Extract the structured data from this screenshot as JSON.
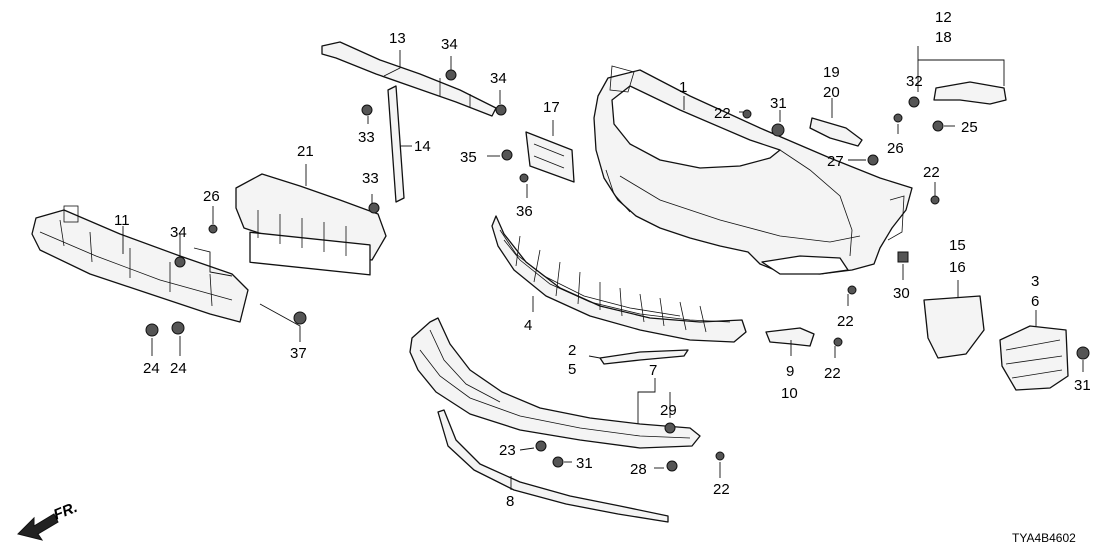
{
  "diagram_code": "TYA4B4602",
  "front_marker": "FR.",
  "callouts": [
    {
      "id": "c1",
      "text": "1"
    },
    {
      "id": "c2",
      "text": "2"
    },
    {
      "id": "c3",
      "text": "3"
    },
    {
      "id": "c4",
      "text": "4"
    },
    {
      "id": "c5",
      "text": "5"
    },
    {
      "id": "c6",
      "text": "6"
    },
    {
      "id": "c7",
      "text": "7"
    },
    {
      "id": "c8",
      "text": "8"
    },
    {
      "id": "c9",
      "text": "9"
    },
    {
      "id": "c10",
      "text": "10"
    },
    {
      "id": "c11",
      "text": "11"
    },
    {
      "id": "c12",
      "text": "12"
    },
    {
      "id": "c13",
      "text": "13"
    },
    {
      "id": "c14",
      "text": "14"
    },
    {
      "id": "c15",
      "text": "15"
    },
    {
      "id": "c16",
      "text": "16"
    },
    {
      "id": "c17",
      "text": "17"
    },
    {
      "id": "c18",
      "text": "18"
    },
    {
      "id": "c19",
      "text": "19"
    },
    {
      "id": "c20",
      "text": "20"
    },
    {
      "id": "c21",
      "text": "21"
    },
    {
      "id": "c22a",
      "text": "22"
    },
    {
      "id": "c22b",
      "text": "22"
    },
    {
      "id": "c22c",
      "text": "22"
    },
    {
      "id": "c22d",
      "text": "22"
    },
    {
      "id": "c22e",
      "text": "22"
    },
    {
      "id": "c23",
      "text": "23"
    },
    {
      "id": "c24a",
      "text": "24"
    },
    {
      "id": "c24b",
      "text": "24"
    },
    {
      "id": "c25",
      "text": "25"
    },
    {
      "id": "c26a",
      "text": "26"
    },
    {
      "id": "c26b",
      "text": "26"
    },
    {
      "id": "c27",
      "text": "27"
    },
    {
      "id": "c28",
      "text": "28"
    },
    {
      "id": "c29",
      "text": "29"
    },
    {
      "id": "c30",
      "text": "30"
    },
    {
      "id": "c31a",
      "text": "31"
    },
    {
      "id": "c31b",
      "text": "31"
    },
    {
      "id": "c31c",
      "text": "31"
    },
    {
      "id": "c32",
      "text": "32"
    },
    {
      "id": "c33a",
      "text": "33"
    },
    {
      "id": "c33b",
      "text": "33"
    },
    {
      "id": "c34a",
      "text": "34"
    },
    {
      "id": "c34b",
      "text": "34"
    },
    {
      "id": "c34c",
      "text": "34"
    },
    {
      "id": "c35",
      "text": "35"
    },
    {
      "id": "c36",
      "text": "36"
    },
    {
      "id": "c37",
      "text": "37"
    }
  ]
}
